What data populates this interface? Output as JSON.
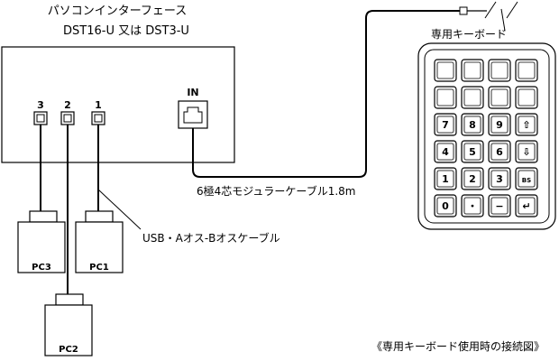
{
  "interface": {
    "title_line1": "パソコンインターフェース",
    "title_line2": "DST16-U 又は DST3-U",
    "in_label": "IN",
    "port_labels": [
      "3",
      "2",
      "1"
    ]
  },
  "keyboard": {
    "label": "専用キーボード",
    "keys": [
      [
        "",
        "",
        "",
        ""
      ],
      [
        "",
        "",
        "",
        ""
      ],
      [
        "7",
        "8",
        "9",
        "⇧"
      ],
      [
        "4",
        "5",
        "6",
        "⇩"
      ],
      [
        "1",
        "2",
        "3",
        "BS"
      ],
      [
        "0",
        "・",
        "−",
        "↵"
      ]
    ]
  },
  "cables": {
    "modular": "6極4芯モジュラーケーブル1.8m",
    "usb": "USB・Aオス-Bオスケーブル"
  },
  "pcs": [
    "PC3",
    "PC1",
    "PC2"
  ],
  "caption": "《専用キーボード使用時の接続図》"
}
